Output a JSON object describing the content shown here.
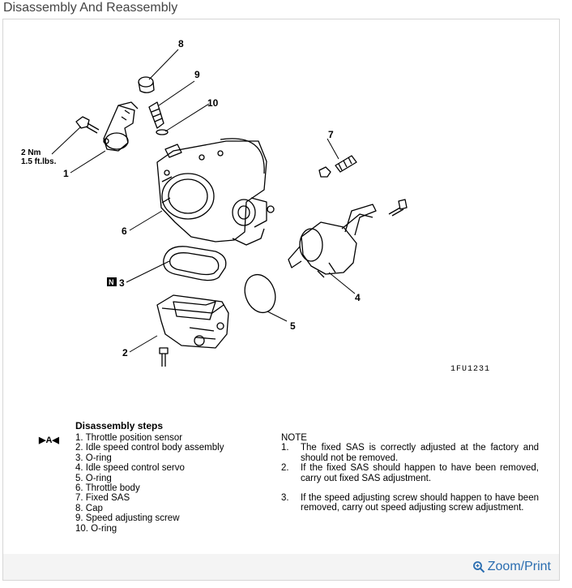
{
  "header": {
    "title": "Disassembly And Reassembly"
  },
  "diagram": {
    "callouts": [
      "1",
      "2",
      "3",
      "4",
      "5",
      "6",
      "7",
      "8",
      "9",
      "10"
    ],
    "torque_nm": "2 Nm",
    "torque_ftlbs": "1.5 ft.lbs.",
    "n_marker": "N",
    "figure_id": "1FU1231"
  },
  "steps": {
    "title": "Disassembly steps",
    "marker": "▶A◀",
    "items": [
      "1. Throttle position sensor",
      "2. Idle speed control body assembly",
      "3. O-ring",
      "4. Idle speed control servo",
      "5. O-ring",
      "6. Throttle body",
      "7. Fixed SAS",
      "8. Cap",
      "9. Speed adjusting screw",
      "10. O-ring"
    ]
  },
  "note": {
    "title": "NOTE",
    "items": [
      {
        "num": "1.",
        "text": "The fixed SAS is correctly adjusted at the factory and should not be removed."
      },
      {
        "num": "2.",
        "text": "If the fixed SAS should happen to have been removed, carry out fixed SAS adjustment."
      },
      {
        "num": "3.",
        "text": "If the speed adjusting screw should happen to have been removed, carry out speed adjusting screw adjustment."
      }
    ]
  },
  "footer": {
    "zoom_label": "Zoom/Print",
    "zoom_icon": "magnifier-icon",
    "link_color": "#2a6db0"
  }
}
